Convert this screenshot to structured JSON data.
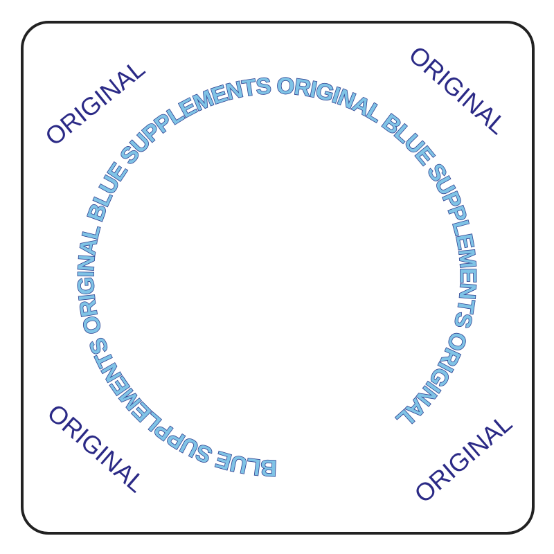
{
  "corners": {
    "top_left": "ORIGINAL",
    "top_right": "ORIGINAL",
    "bottom_left": "ORIGINAL",
    "bottom_right": "ORIGINAL"
  },
  "ring": {
    "text": "BLUE SUPPLEMENTS ORIGINAL BLUE SUPPLEMENTS ORIGINAL BLUE SUPPLEMENTS ORIGINAL"
  },
  "colors": {
    "corner_text": "#2b2a86",
    "ring_fill": "#7fc3e6",
    "ring_stroke": "#2d3f8f",
    "frame_border": "#222222",
    "background": "#ffffff"
  }
}
